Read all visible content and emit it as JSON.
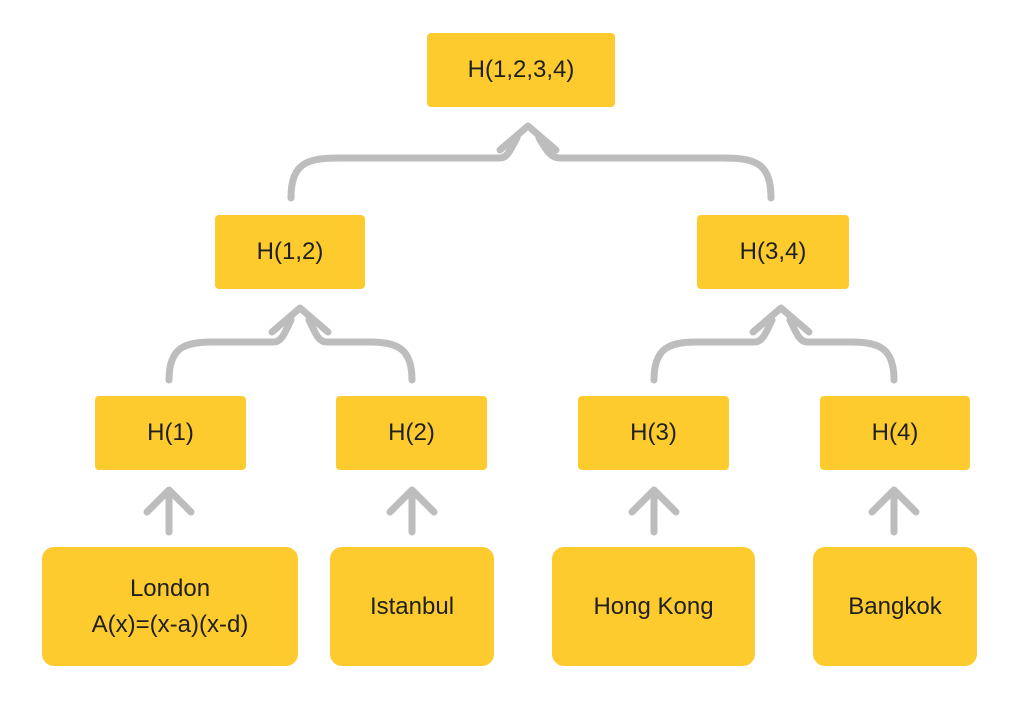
{
  "colors": {
    "node_fill": "#FECB2F",
    "edge_stroke": "#BDBDBD",
    "text": "#1F1F1F"
  },
  "nodes": {
    "root": {
      "label": "H(1,2,3,4)"
    },
    "h12": {
      "label": "H(1,2)"
    },
    "h34": {
      "label": "H(3,4)"
    },
    "h1": {
      "label": "H(1)"
    },
    "h2": {
      "label": "H(2)"
    },
    "h3": {
      "label": "H(3)"
    },
    "h4": {
      "label": "H(4)"
    }
  },
  "leaves": {
    "london": {
      "line1": "London",
      "line2": "A(x)=(x-a)(x-d)"
    },
    "istanbul": {
      "label": "Istanbul"
    },
    "hong_kong": {
      "label": "Hong Kong"
    },
    "bangkok": {
      "label": "Bangkok"
    }
  }
}
